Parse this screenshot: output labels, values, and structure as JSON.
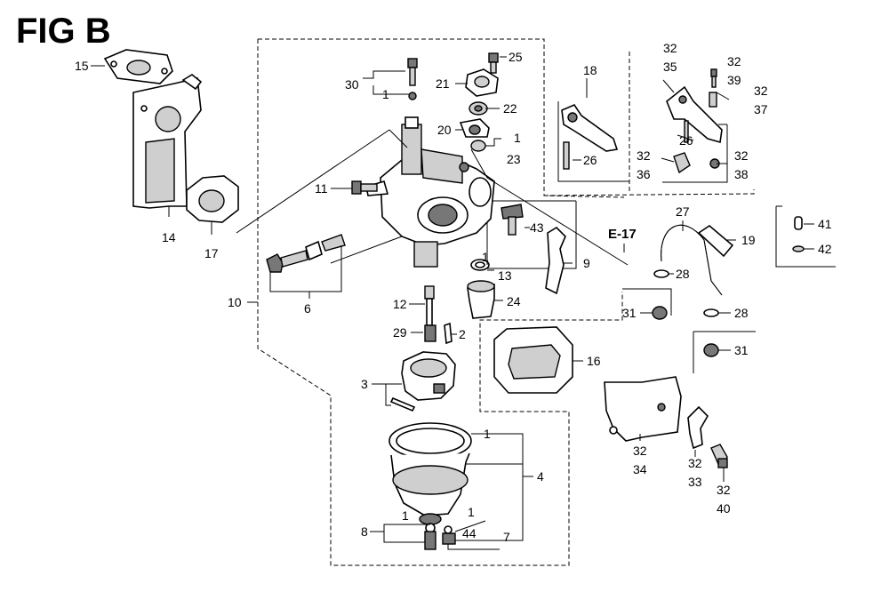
{
  "figure": {
    "title": "FIG B",
    "ref": "E-17"
  },
  "parts": {
    "p1a": "1",
    "p1b": "1",
    "p1c": "1",
    "p1d": "1",
    "p1e": "1",
    "p1f": "1",
    "p2": "2",
    "p3": "3",
    "p4": "4",
    "p6": "6",
    "p7": "7",
    "p8": "8",
    "p9": "9",
    "p10": "10",
    "p11": "11",
    "p12": "12",
    "p13": "13",
    "p14": "14",
    "p15": "15",
    "p16": "16",
    "p17": "17",
    "p18": "18",
    "p19": "19",
    "p20": "20",
    "p21": "21",
    "p22": "22",
    "p23": "23",
    "p24": "24",
    "p25": "25",
    "p26a": "26",
    "p26b": "26",
    "p27": "27",
    "p28a": "28",
    "p28b": "28",
    "p29": "29",
    "p30": "30",
    "p31a": "31",
    "p31b": "31",
    "p32": "32",
    "p33": "33",
    "p34": "34",
    "p35": "35",
    "p36": "36",
    "p37": "37",
    "p38": "38",
    "p39": "39",
    "p40": "40",
    "p41": "41",
    "p42": "42",
    "p43": "43",
    "p44": "44"
  }
}
